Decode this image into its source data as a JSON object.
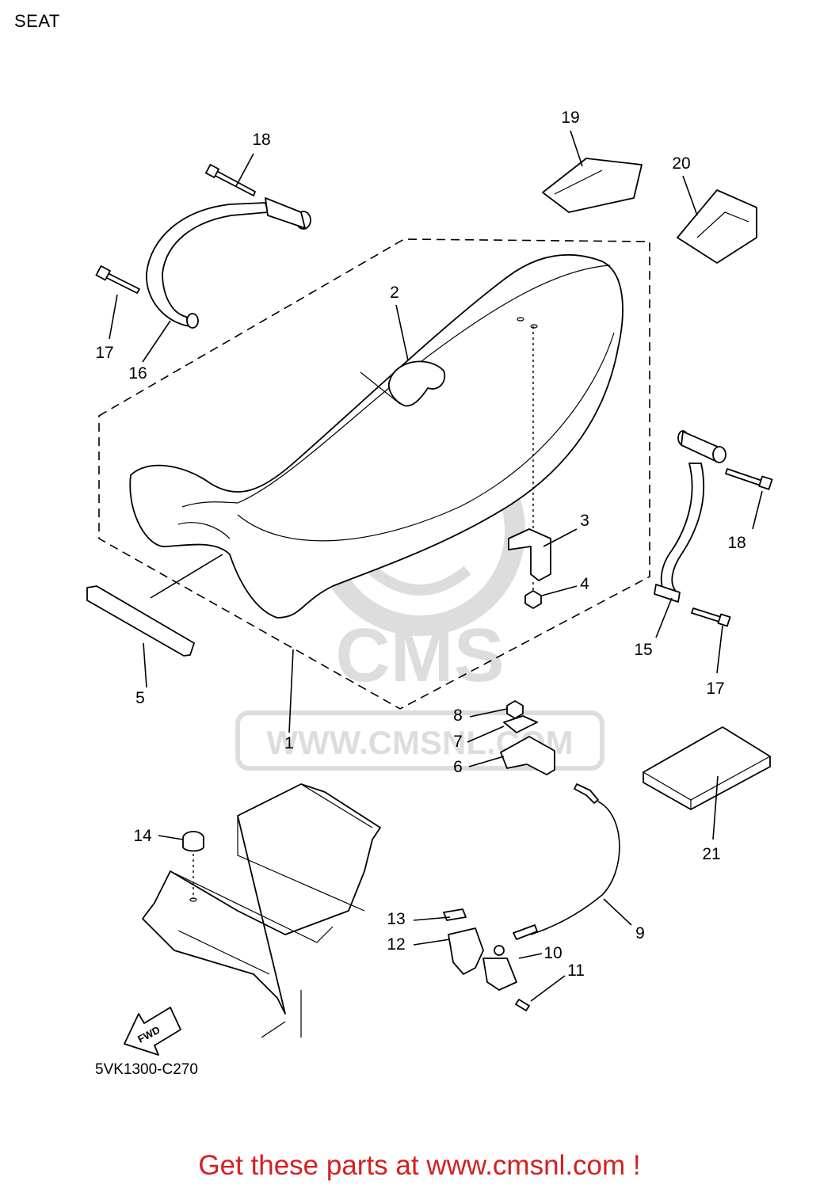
{
  "page": {
    "title": "SEAT"
  },
  "diagram": {
    "code": "5VK1300-C270",
    "fwd_label": "FWD",
    "callouts": [
      "1",
      "2",
      "3",
      "4",
      "5",
      "6",
      "7",
      "8",
      "9",
      "10",
      "11",
      "12",
      "13",
      "14",
      "15",
      "16",
      "17",
      "17",
      "18",
      "18",
      "19",
      "20",
      "21"
    ]
  },
  "watermark": {
    "brand": "CMS",
    "url": "WWW.CMSNL.COM"
  },
  "footer": {
    "text": "Get these parts at www.cmsnl.com !",
    "color": "#d42020"
  }
}
